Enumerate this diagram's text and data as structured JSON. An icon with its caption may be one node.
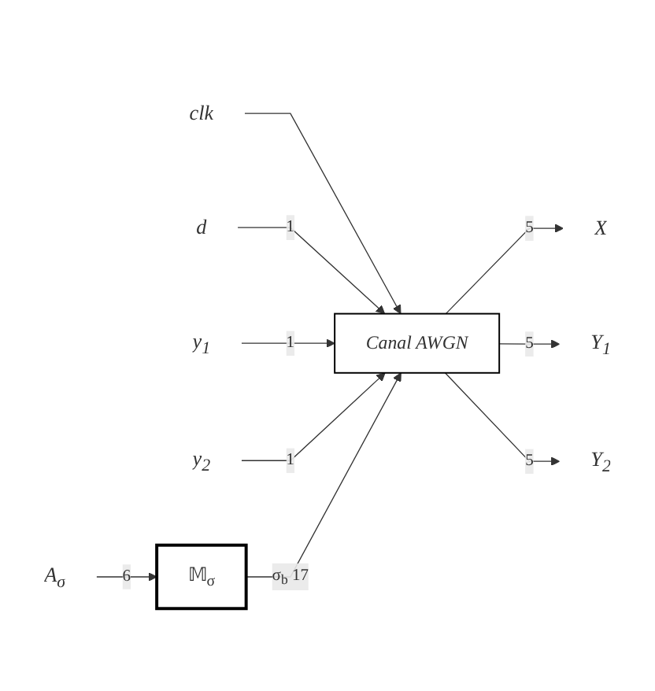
{
  "diagram": {
    "nodes": [
      {
        "text": [
          "clk"
        ]
      },
      {
        "text": [
          "Canal AWGN"
        ]
      },
      {
        "text": [
          "d"
        ]
      },
      {
        "text": [
          "y$_{1}$"
        ]
      },
      {
        "text": [
          "y$_{2}$"
        ]
      },
      {
        "text": [
          "X"
        ]
      },
      {
        "text": [
          "Y$_{1}$"
        ]
      },
      {
        "text": [
          "Y$_{2}$"
        ]
      },
      {
        "text": [
          "𝕄$_{σ}$"
        ]
      },
      {
        "text": [
          "A$_{σ}$"
        ]
      }
    ],
    "edges": [
      {
        "from": 0,
        "to": 1,
        "arrow": "to"
      },
      {
        "from": 2,
        "to": 1,
        "arrow": "to",
        "label": "1"
      },
      {
        "from": 3,
        "to": 1,
        "arrow": "to",
        "label": "1"
      },
      {
        "from": 4,
        "to": 1,
        "arrow": "to",
        "label": "1"
      },
      {
        "from": 1,
        "to": 5,
        "arrow": "to",
        "label": "5"
      },
      {
        "from": 1,
        "to": 6,
        "arrow": "to",
        "label": "5"
      },
      {
        "from": 1,
        "to": 7,
        "arrow": "to",
        "label": "5"
      },
      {
        "from": 8,
        "to": 1,
        "arrow": "to",
        "label": "σ$_{b}$ 17"
      },
      {
        "from": 9,
        "to": 8,
        "arrow": "to",
        "label": "6"
      }
    ]
  }
}
